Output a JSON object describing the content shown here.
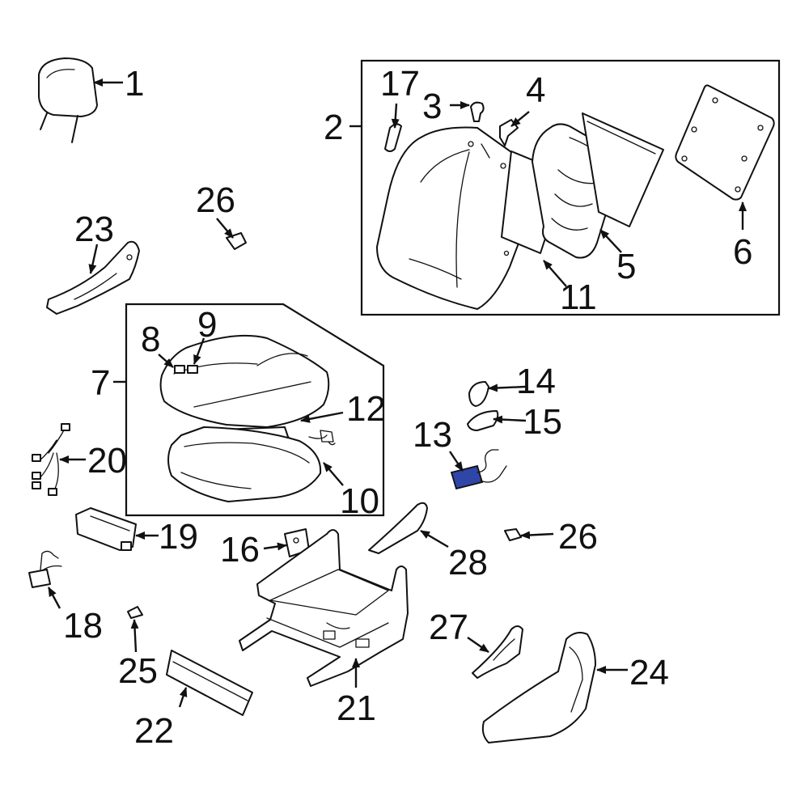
{
  "diagram": {
    "highlight_color": "#2f45a8",
    "callouts": {
      "c1": "1",
      "c2": "2",
      "c3": "3",
      "c4": "4",
      "c5": "5",
      "c6": "6",
      "c7": "7",
      "c8": "8",
      "c9": "9",
      "c10": "10",
      "c11": "11",
      "c12": "12",
      "c13": "13",
      "c14": "14",
      "c15": "15",
      "c16": "16",
      "c17": "17",
      "c18": "18",
      "c19": "19",
      "c20": "20",
      "c21": "21",
      "c22": "22",
      "c23": "23",
      "c24": "24",
      "c25": "25",
      "c26a": "26",
      "c26b": "26",
      "c27": "27",
      "c28": "28"
    }
  }
}
